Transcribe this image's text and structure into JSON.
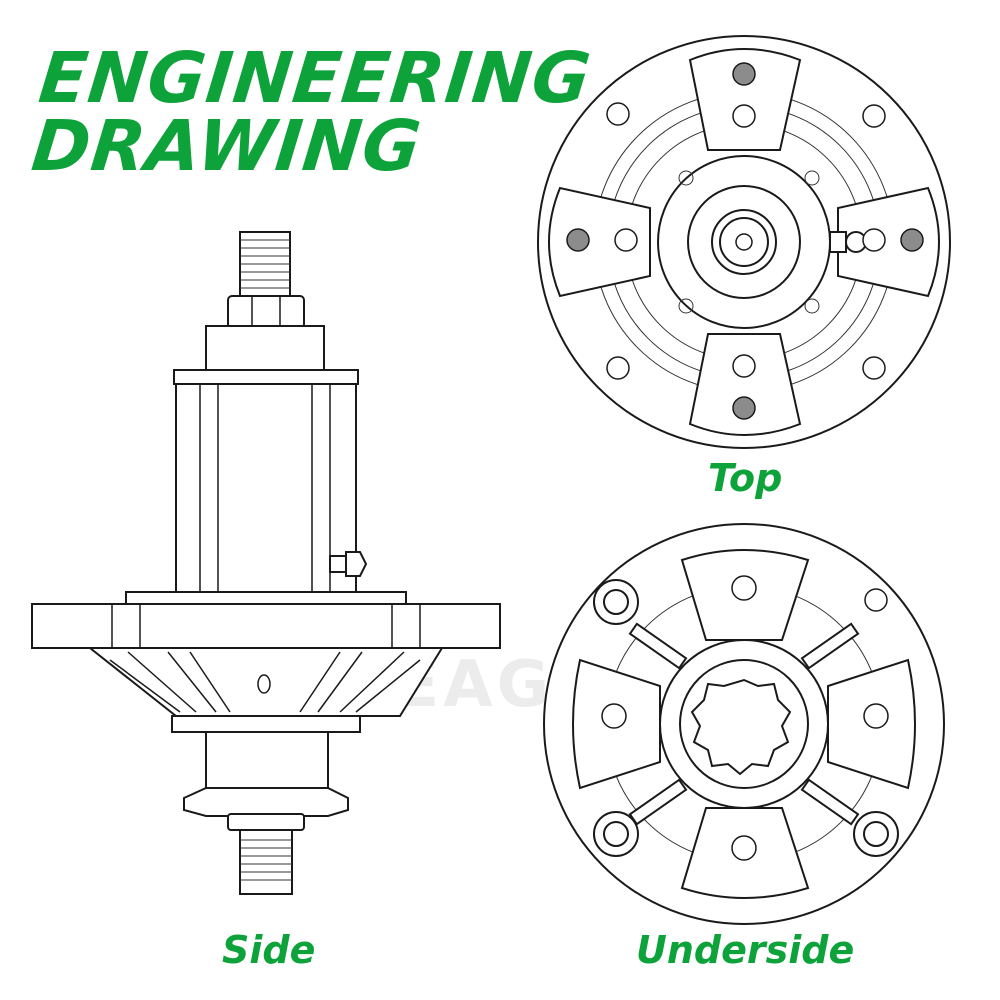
{
  "title": {
    "line1": "ENGINEERING",
    "line2": "DRAWING"
  },
  "captions": {
    "side": "Side",
    "top": "Top",
    "underside": "Underside"
  },
  "watermark": "POSEAGLE",
  "colors": {
    "accent": "#0ea33a",
    "line": "#1a1a1a",
    "marked_hole": "#8c8c8c"
  }
}
